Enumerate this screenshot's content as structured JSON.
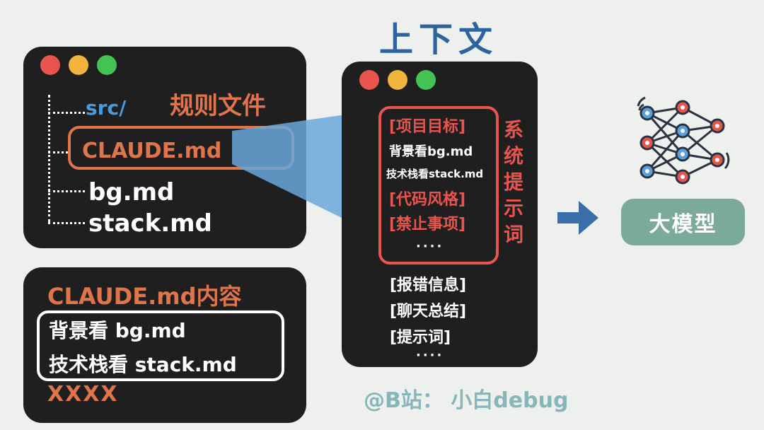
{
  "header": {
    "context_title": "上下文"
  },
  "file_window": {
    "rules_label": "规则文件",
    "files": [
      "src/",
      "CLAUDE.md",
      "bg.md",
      "stack.md"
    ]
  },
  "content_window": {
    "title": "CLAUDE.md内容",
    "lines": [
      "背景看 bg.md",
      "技术栈看 stack.md"
    ],
    "extra": "XXXX"
  },
  "context_window": {
    "system_items": [
      "[项目目标]",
      "背景看bg.md",
      "技术栈看stack.md",
      "[代码风格]",
      "[禁止事项]",
      "····"
    ],
    "system_label_chars": [
      "系",
      "统",
      "提",
      "示",
      "词"
    ],
    "extra_items": [
      "[报错信息]",
      "[聊天总结]",
      "[提示词]",
      "····"
    ]
  },
  "model": {
    "label": "大模型"
  },
  "credit": "@B站： 小白debug",
  "colors": {
    "accent": "#e0744a",
    "system_red": "#e8554f",
    "title_blue": "#2f63a0",
    "model_green": "#7ba99a"
  }
}
